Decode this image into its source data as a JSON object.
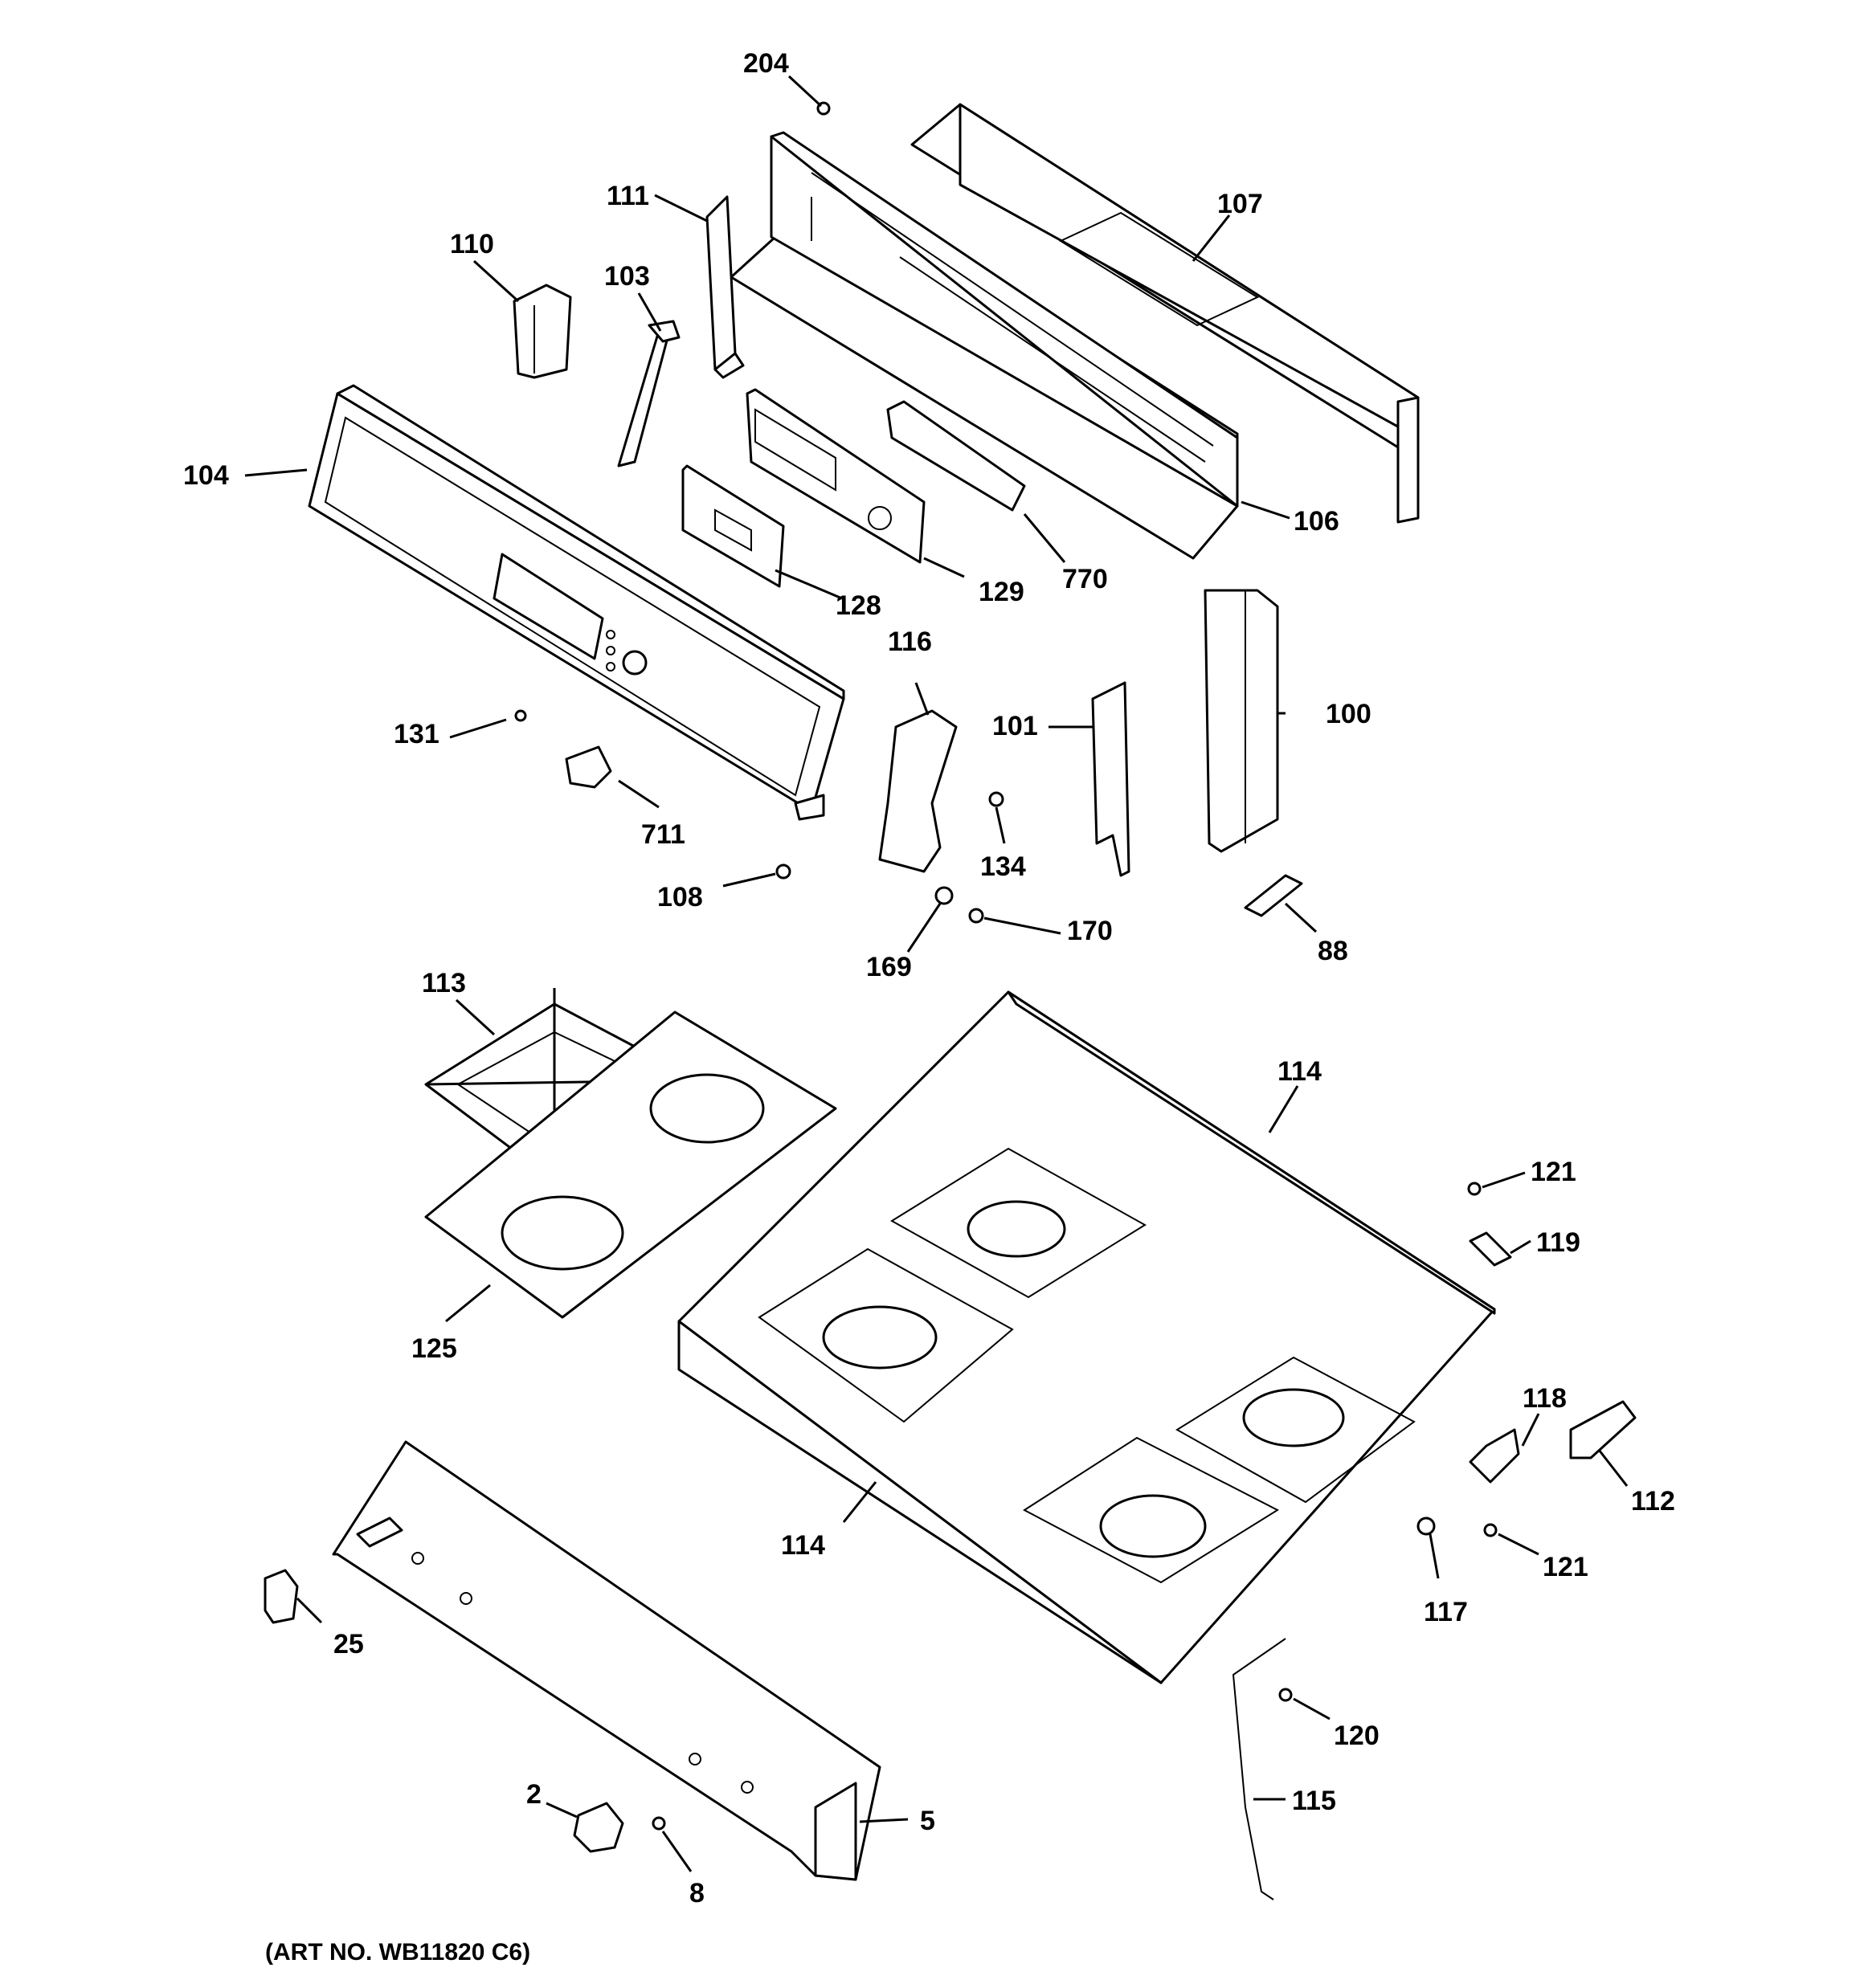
{
  "diagram": {
    "art_number": "(ART NO. WB11820 C6)",
    "part_labels": {
      "p204": "204",
      "p111": "111",
      "p107": "107",
      "p110": "110",
      "p103": "103",
      "p104": "104",
      "p106": "106",
      "p128": "128",
      "p129": "129",
      "p770": "770",
      "p116": "116",
      "p100": "100",
      "p101": "101",
      "p131": "131",
      "p711": "711",
      "p134": "134",
      "p108": "108",
      "p170": "170",
      "p169": "169",
      "p88": "88",
      "p113": "113",
      "p114_top": "114",
      "p121_top": "121",
      "p119": "119",
      "p125": "125",
      "p118": "118",
      "p112": "112",
      "p114_bottom": "114",
      "p121_bottom": "121",
      "p117": "117",
      "p25": "25",
      "p120": "120",
      "p115": "115",
      "p2": "2",
      "p5": "5",
      "p8": "8"
    }
  }
}
